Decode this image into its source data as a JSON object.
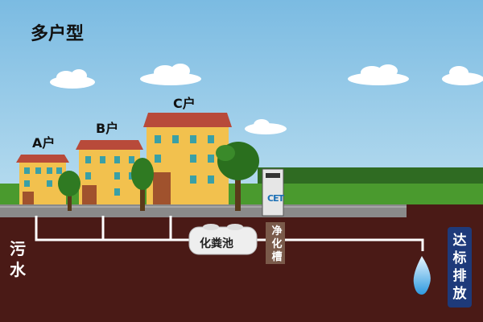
{
  "title": "多户型",
  "houses": [
    {
      "label": "A户"
    },
    {
      "label": "B户"
    },
    {
      "label": "C户"
    }
  ],
  "sewage_label": "污水",
  "septic_tank_label": "化粪池",
  "purifier_label": "净化槽",
  "purifier_logo": "CET",
  "discharge_label": "达标排放",
  "colors": {
    "sky": "#87c3e6",
    "grass": "#4a9a2e",
    "soil": "#4a1a16",
    "wall": "#f2c14e",
    "roof": "#b84a3a",
    "pipe": "#ffffff",
    "discharge_bg": "#1e3a7a"
  }
}
